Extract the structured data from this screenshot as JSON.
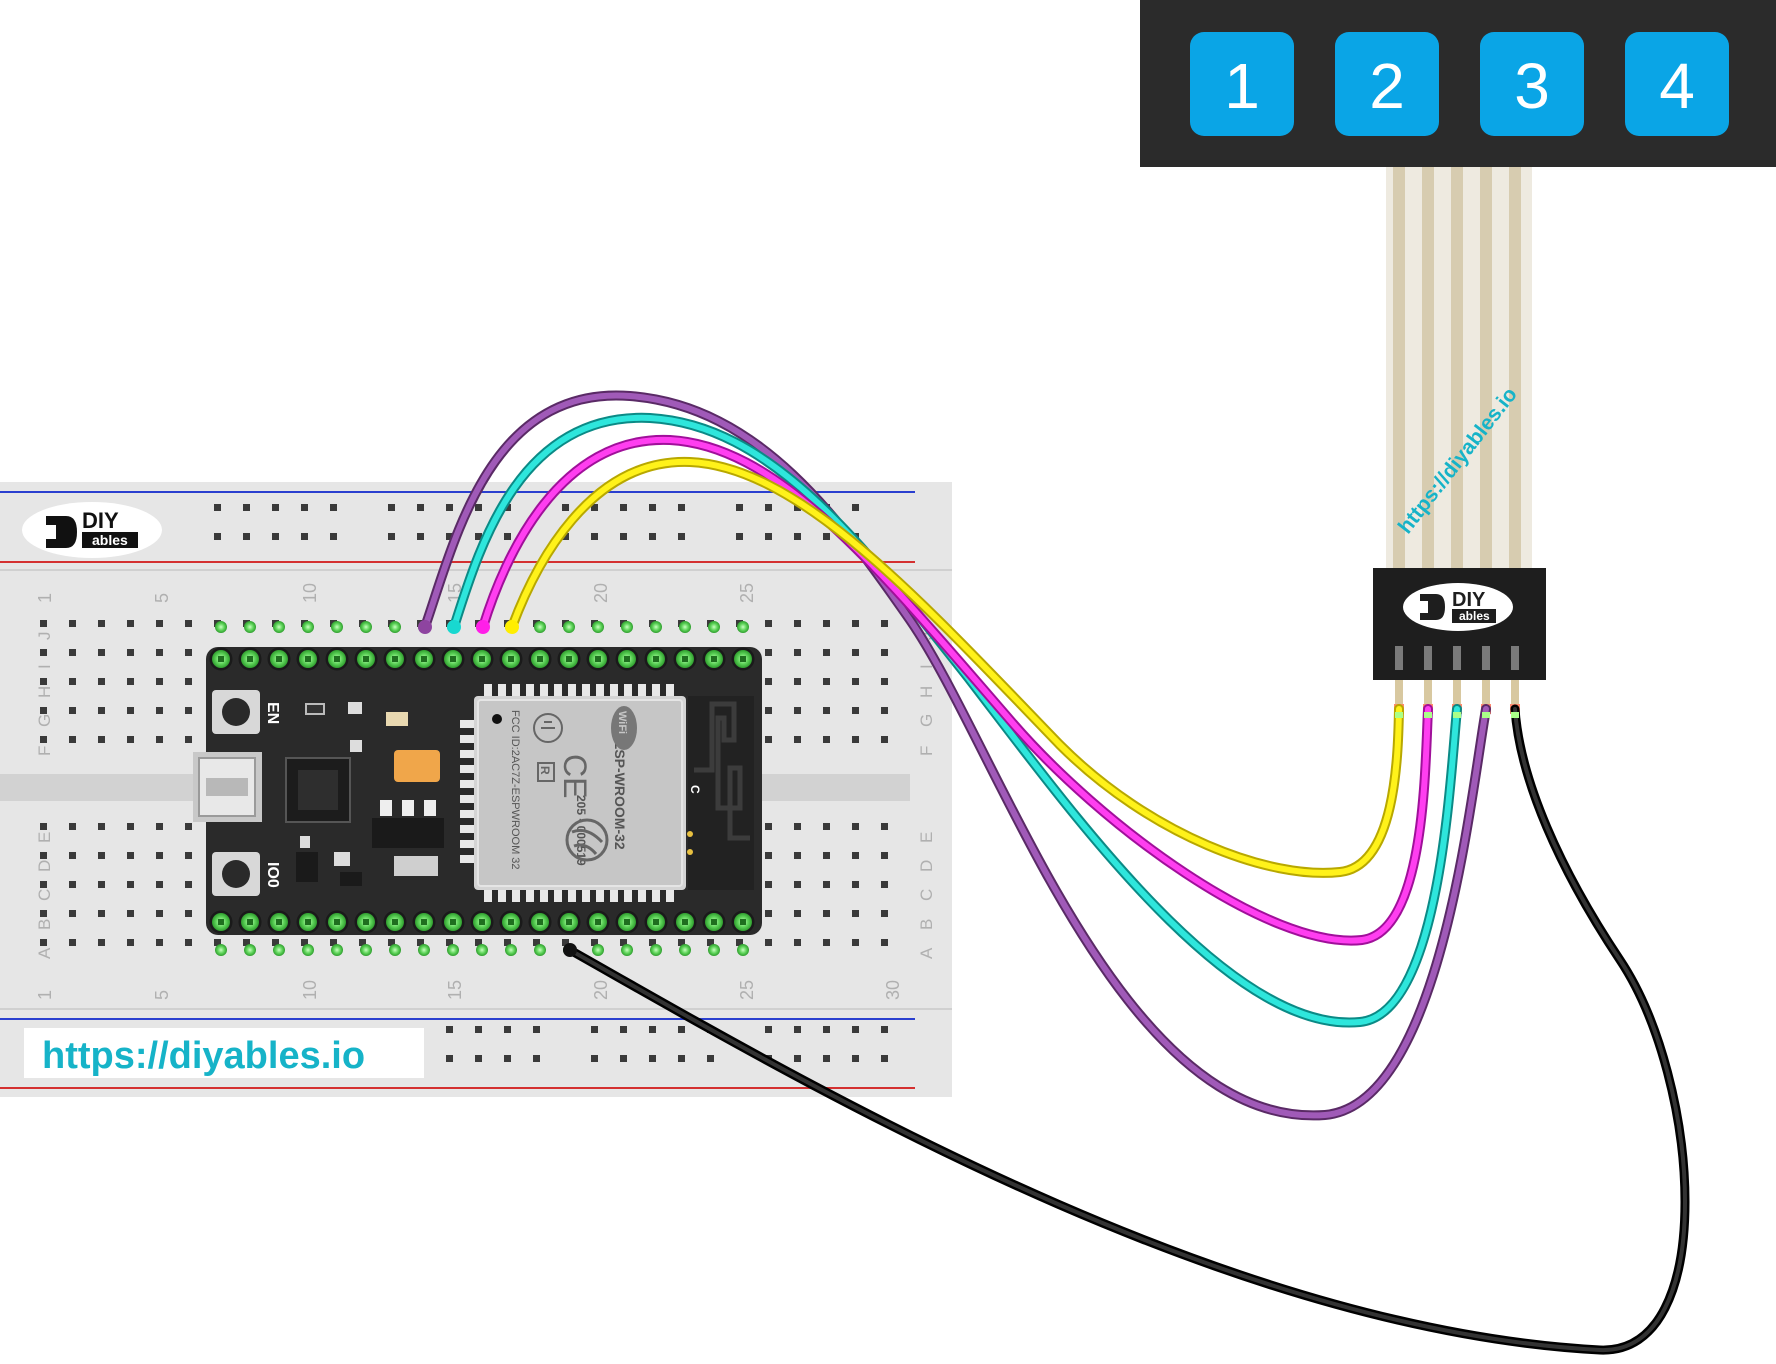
{
  "keypad": {
    "keys": [
      "1",
      "2",
      "3",
      "4"
    ],
    "key_color": "#0aa5e6",
    "body_color": "#2b2b2b",
    "ribbon_watermark": "https://diyables.io"
  },
  "connector": {
    "logo_top": "DIY",
    "logo_bottom": "ables"
  },
  "breadboard": {
    "logo_top": "DIY",
    "logo_bottom": "ables",
    "watermark": "https://diyables.io",
    "column_numbers": [
      "1",
      "5",
      "10",
      "15",
      "20",
      "25"
    ],
    "column_numbers_bottom": [
      "1",
      "5",
      "10",
      "15",
      "20",
      "25",
      "30"
    ],
    "row_letters_top": [
      "J",
      "I",
      "H",
      "G",
      "F"
    ],
    "row_letters_bottom": [
      "E",
      "D",
      "C",
      "B",
      "A"
    ]
  },
  "esp32": {
    "module_name": "ESP-WROOM-32",
    "fcc_text": "FCC ID:2AC7Z-ESPWROOM 32",
    "cert_number": "205 - 000519",
    "wifi_text": "WiFi",
    "en_label": "EN",
    "io0_label": "IO0",
    "ce_text": "CE",
    "r_text": "R",
    "c_text": "C"
  },
  "colors": {
    "wire_purple": "#8e44a0",
    "wire_cyan": "#18d8d0",
    "wire_magenta": "#ff1fe8",
    "wire_yellow": "#ffee00",
    "wire_black": "#111111",
    "watermark": "#16b3c8"
  }
}
